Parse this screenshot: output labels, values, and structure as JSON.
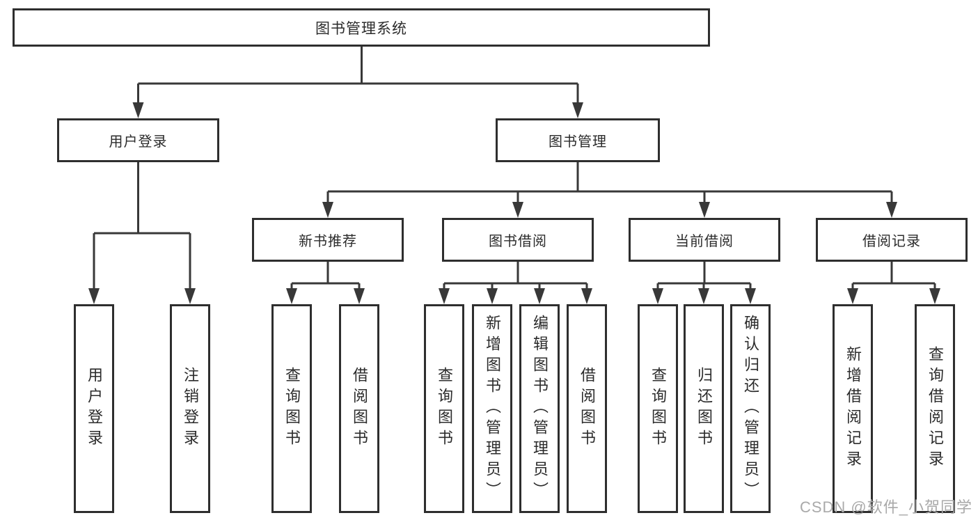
{
  "colors": {
    "border": "#2e2e2e",
    "line": "#383838",
    "text": "#2b2b2b",
    "watermark": "#a9a9a9",
    "background": "#ffffff"
  },
  "nodes": {
    "root": "图书管理系统",
    "user_login": "用户登录",
    "book_mgmt": "图书管理",
    "new_book_rec": "新书推荐",
    "book_borrow": "图书借阅",
    "current_borrow": "当前借阅",
    "borrow_records": "借阅记录",
    "leaf_user_login": "用户登录",
    "leaf_logout": "注销登录",
    "leaf_query_books_rec": "查询图书",
    "leaf_borrow_books_rec": "借阅图书",
    "leaf_query_books_borrow": "查询图书",
    "leaf_add_books_admin": "新增图书（管理员）",
    "leaf_edit_books_admin": "编辑图书（管理员）",
    "leaf_borrow_books": "借阅图书",
    "leaf_query_books_current": "查询图书",
    "leaf_return_books": "归还图书",
    "leaf_confirm_return_admin": "确认归还（管理员）",
    "leaf_add_borrow_record": "新增借阅记录",
    "leaf_query_borrow_record": "查询借阅记录"
  },
  "watermark": "CSDN @软件_小贺同学"
}
